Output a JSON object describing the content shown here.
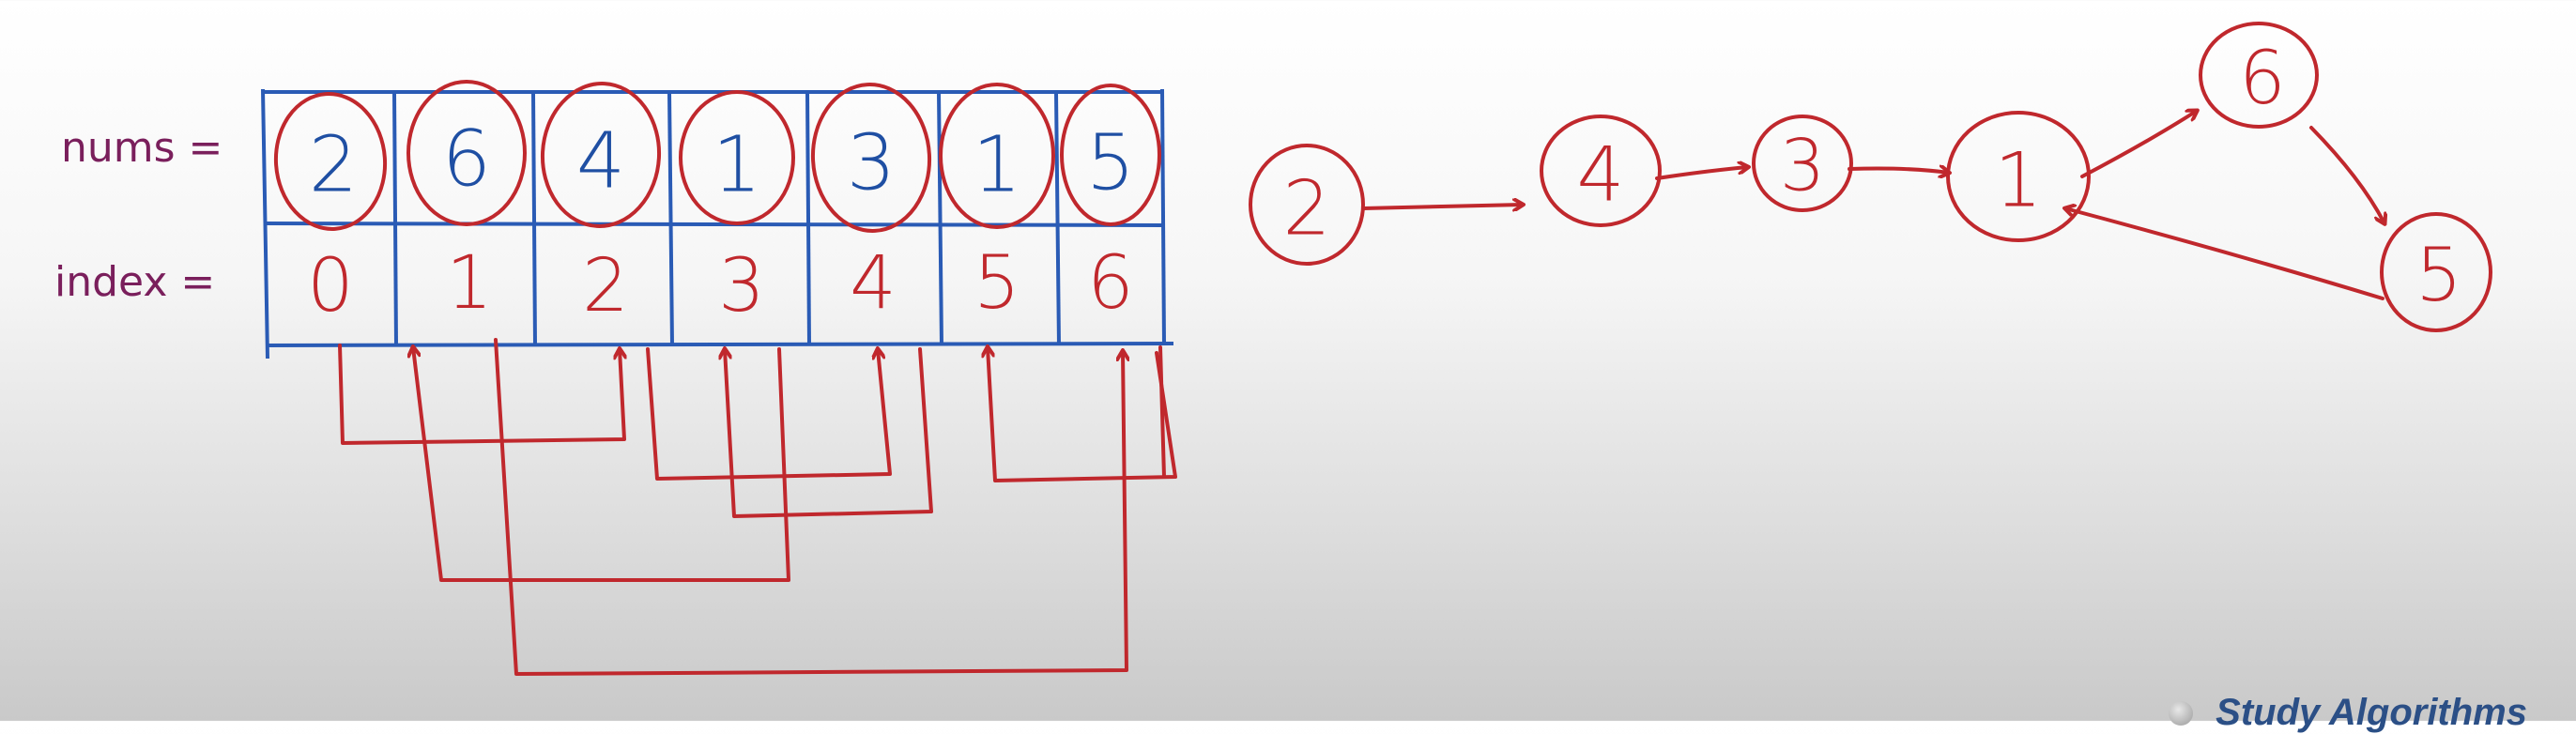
{
  "labels": {
    "nums": "nums =",
    "index": "index ="
  },
  "nums": [
    "2",
    "6",
    "4",
    "1",
    "3",
    "1",
    "5"
  ],
  "indices": [
    "0",
    "1",
    "2",
    "3",
    "4",
    "5",
    "6"
  ],
  "graph": {
    "nodes": [
      "2",
      "4",
      "3",
      "1",
      "6",
      "5"
    ],
    "edges": [
      {
        "from": "2",
        "to": "4"
      },
      {
        "from": "4",
        "to": "3"
      },
      {
        "from": "3",
        "to": "1"
      },
      {
        "from": "1",
        "to": "6"
      },
      {
        "from": "6",
        "to": "5"
      },
      {
        "from": "5",
        "to": "1"
      }
    ]
  },
  "watermark": "Study Algorithms",
  "colors": {
    "grid": "#2a5bb5",
    "ink": "#c0282d",
    "label": "#7a1f5c"
  }
}
